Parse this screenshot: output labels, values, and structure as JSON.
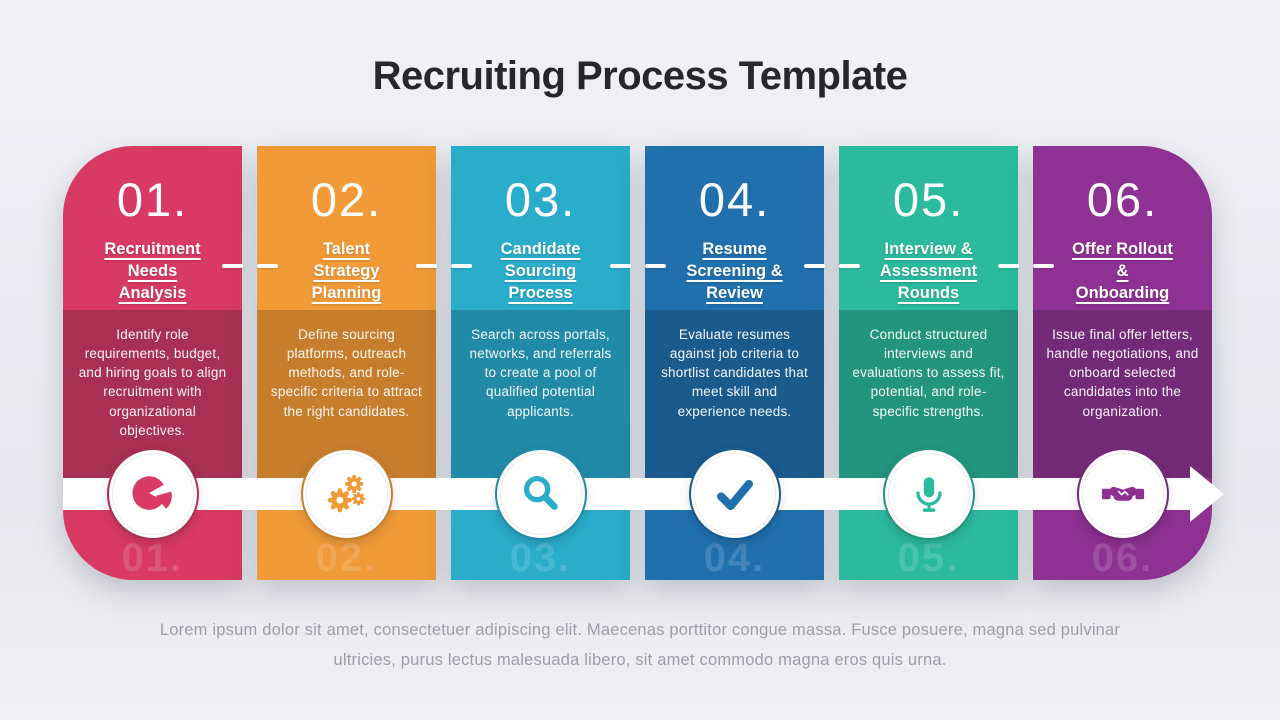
{
  "page": {
    "title": "Recruiting Process Template",
    "footer": "Lorem ipsum dolor sit amet, consectetuer adipiscing elit. Maecenas porttitor congue massa. Fusce posuere, magna sed pulvinar ultricies, purus lectus malesuada libero, sit amet commodo magna eros quis urna."
  },
  "steps": [
    {
      "number": "01.",
      "title": "Recruitment\nNeeds\nAnalysis",
      "description": "Identify role requirements, budget, and hiring goals to align recruitment with organizational objectives.",
      "icon": "pie-chart-icon",
      "color": "#D83A63",
      "color_dark": "#A83052",
      "ghost_number": "01."
    },
    {
      "number": "02.",
      "title": "Talent\nStrategy\nPlanning",
      "description": "Define sourcing platforms, outreach methods, and role-specific criteria to attract the right candidates.",
      "icon": "gears-icon",
      "color": "#F09A38",
      "color_dark": "#C67D2C",
      "ghost_number": "02."
    },
    {
      "number": "03.",
      "title": "Candidate\nSourcing\nProcess",
      "description": "Search across portals, networks, and referrals to create a pool of qualified potential applicants.",
      "icon": "search-icon",
      "color": "#2AACCB",
      "color_dark": "#218AA6",
      "ghost_number": "03."
    },
    {
      "number": "04.",
      "title": "Resume\nScreening &\nReview",
      "description": "Evaluate resumes against job criteria to shortlist candidates that meet skill and experience needs.",
      "icon": "checkmark-icon",
      "color": "#2170AE",
      "color_dark": "#1A5A8C",
      "ghost_number": "04."
    },
    {
      "number": "05.",
      "title": "Interview &\nAssessment\nRounds",
      "description": "Conduct structured interviews and evaluations to assess fit, potential, and role-specific strengths.",
      "icon": "microphone-icon",
      "color": "#2BBA9E",
      "color_dark": "#23947E",
      "ghost_number": "05."
    },
    {
      "number": "06.",
      "title": "Offer Rollout\n&\nOnboarding",
      "description": "Issue final offer letters, handle negotiations, and onboard selected candidates into the organization.",
      "icon": "handshake-icon",
      "color": "#8E3192",
      "color_dark": "#732A77",
      "ghost_number": "06."
    }
  ]
}
